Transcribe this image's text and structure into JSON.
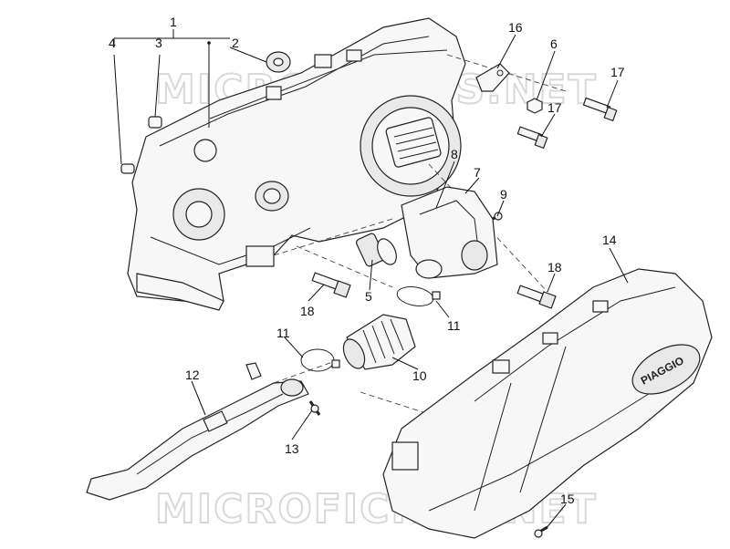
{
  "watermark": {
    "top": "MICROFICHES.NET",
    "bottom": "MICROFICHES.NET"
  },
  "brand_emblem": "PIAGGIO",
  "callouts": [
    "1",
    "2",
    "3",
    "4",
    "5",
    "6",
    "7",
    "8",
    "9",
    "10",
    "11",
    "11",
    "12",
    "13",
    "14",
    "15",
    "16",
    "17",
    "17",
    "18",
    "18"
  ]
}
